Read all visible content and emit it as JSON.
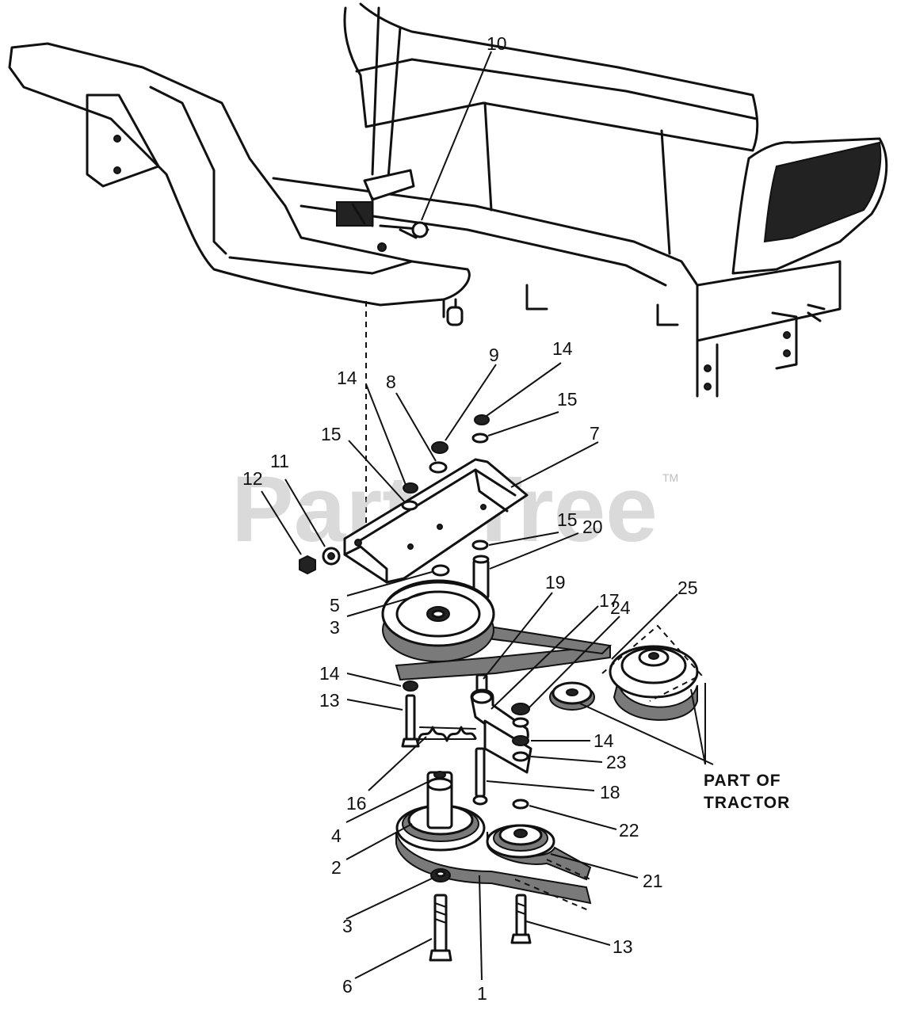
{
  "watermark": {
    "text": "PartsTree",
    "tm": "TM"
  },
  "callout_text": {
    "line1": "PART OF",
    "line2": "TRACTOR"
  },
  "labels": [
    {
      "key": "l10",
      "text": "10"
    },
    {
      "key": "l14a",
      "text": "14"
    },
    {
      "key": "l9",
      "text": "9"
    },
    {
      "key": "l8",
      "text": "8"
    },
    {
      "key": "l14b",
      "text": "14"
    },
    {
      "key": "l15a",
      "text": "15"
    },
    {
      "key": "l15b",
      "text": "15"
    },
    {
      "key": "l7",
      "text": "7"
    },
    {
      "key": "l12",
      "text": "12"
    },
    {
      "key": "l11",
      "text": "11"
    },
    {
      "key": "l15c",
      "text": "15"
    },
    {
      "key": "l20",
      "text": "20"
    },
    {
      "key": "l5",
      "text": "5"
    },
    {
      "key": "l3a",
      "text": "3"
    },
    {
      "key": "l19",
      "text": "19"
    },
    {
      "key": "l17",
      "text": "17"
    },
    {
      "key": "l24",
      "text": "24"
    },
    {
      "key": "l25",
      "text": "25"
    },
    {
      "key": "l14c",
      "text": "14"
    },
    {
      "key": "l13a",
      "text": "13"
    },
    {
      "key": "l14d",
      "text": "14"
    },
    {
      "key": "l23",
      "text": "23"
    },
    {
      "key": "l16",
      "text": "16"
    },
    {
      "key": "l18",
      "text": "18"
    },
    {
      "key": "l4",
      "text": "4"
    },
    {
      "key": "l22",
      "text": "22"
    },
    {
      "key": "l2",
      "text": "2"
    },
    {
      "key": "l21",
      "text": "21"
    },
    {
      "key": "l3b",
      "text": "3"
    },
    {
      "key": "l13b",
      "text": "13"
    },
    {
      "key": "l6",
      "text": "6"
    },
    {
      "key": "l1",
      "text": "1"
    }
  ]
}
